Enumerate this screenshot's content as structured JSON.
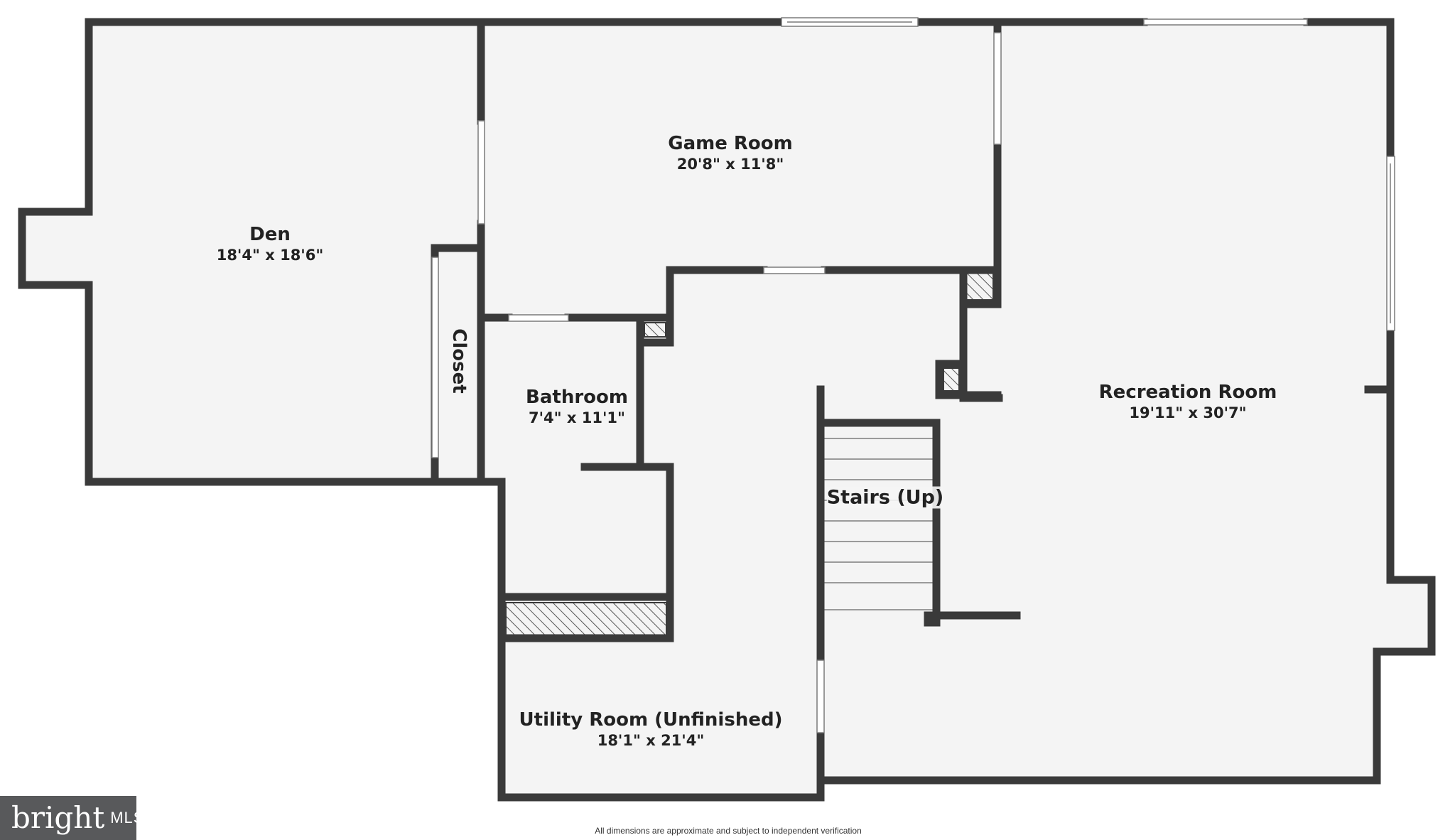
{
  "rooms": {
    "den": {
      "name": "Den",
      "dims": "18'4\" x 18'6\""
    },
    "game_room": {
      "name": "Game Room",
      "dims": "20'8\" x 11'8\""
    },
    "closet": {
      "name": "Closet"
    },
    "bathroom": {
      "name": "Bathroom",
      "dims": "7'4\" x 11'1\""
    },
    "recreation_room": {
      "name": "Recreation Room",
      "dims": "19'11\" x 30'7\""
    },
    "stairs": {
      "name": "Stairs (Up)"
    },
    "utility_room": {
      "name": "Utility Room (Unfinished)",
      "dims": "18'1\" x 21'4\""
    }
  },
  "disclaimer": "All dimensions are approximate and subject to independent verification",
  "brand": {
    "name": "bright",
    "suffix": "MLS"
  },
  "colors": {
    "wall": "#3a3a3a",
    "floor": "#f4f4f4",
    "window": "#ffffff",
    "brand_bg": "#58595b"
  }
}
